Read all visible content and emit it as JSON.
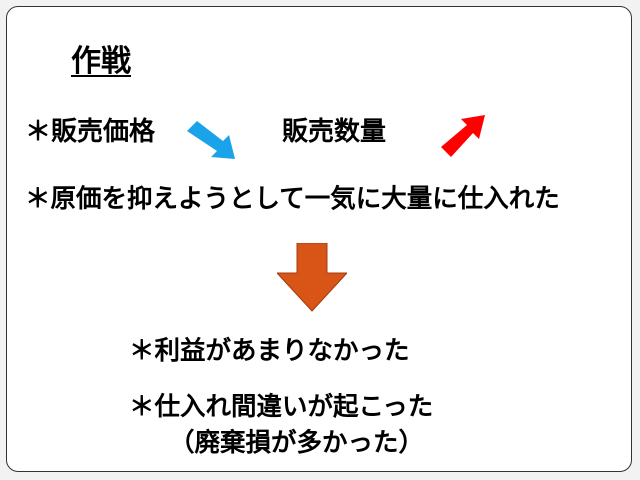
{
  "slide": {
    "title": "作戦",
    "line1_left": "＊販売価格",
    "line1_right": "販売数量",
    "line2": "＊原価を抑えようとして一気に大量に仕入れた",
    "line3": "＊利益があまりなかった",
    "line4": "＊仕入れ間違いが起こった",
    "line5": "（廃棄損が多かった）"
  },
  "icons": {
    "price_arrow": "arrow-down-right-icon",
    "quantity_arrow": "arrow-up-right-icon",
    "result_arrow": "arrow-down-icon"
  },
  "colors": {
    "price_arrow": "#1aa3e8",
    "quantity_arrow": "#ff0000",
    "result_arrow": "#d95417"
  }
}
